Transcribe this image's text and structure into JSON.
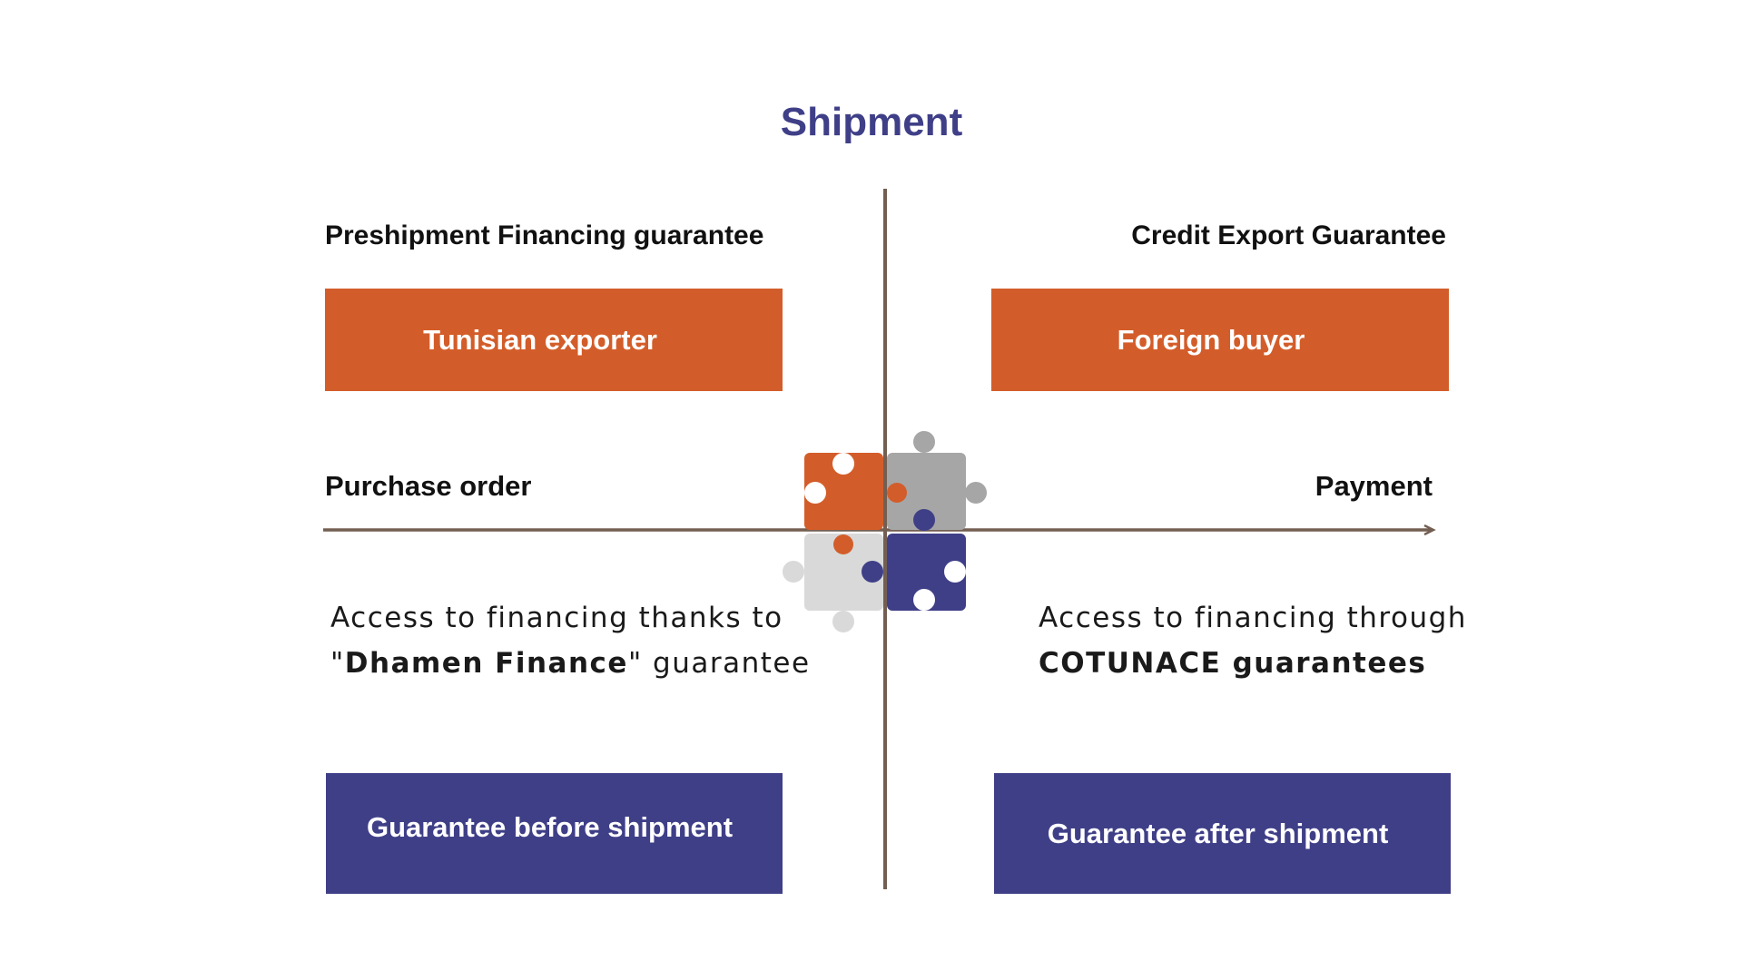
{
  "title": "Shipment",
  "headings": {
    "left": "Preshipment Financing guarantee",
    "right": "Credit Export Guarantee"
  },
  "top_boxes": {
    "left": "Tunisian exporter",
    "right": "Foreign buyer"
  },
  "axis": {
    "start_label": "Purchase order",
    "end_label": "Payment"
  },
  "descriptions": {
    "left_line1": "Access to financing thanks to",
    "left_quote_open": "\"",
    "left_bold": "Dhamen Finance",
    "left_quote_close": "\"",
    "left_tail": " guarantee",
    "right_line1": "Access to financing through",
    "right_bold": "COTUNACE guarantees"
  },
  "bottom_boxes": {
    "left": "Guarantee before shipment",
    "right": "Guarantee after shipment"
  },
  "colors": {
    "orange": "#d35d2a",
    "navy": "#3f3f88",
    "gray": "#a6a6a6",
    "light_gray": "#d9d9d9",
    "axis": "#735f52"
  },
  "icons": [
    "puzzle-icon"
  ]
}
